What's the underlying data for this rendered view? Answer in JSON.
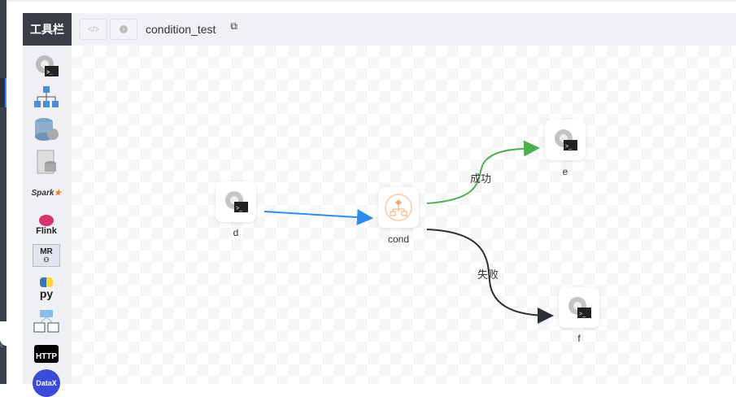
{
  "toolbar": {
    "title": "工具栏",
    "workflow_name": "condition_test"
  },
  "sidebar": {
    "tools": [
      {
        "name": "shell",
        "icon": "shell-gear-icon"
      },
      {
        "name": "sub-process",
        "icon": "hierarchy-icon"
      },
      {
        "name": "procedure",
        "icon": "database-gear-icon"
      },
      {
        "name": "sql",
        "icon": "sql-database-icon"
      },
      {
        "name": "spark",
        "icon": "spark-icon",
        "label": "Spark"
      },
      {
        "name": "flink",
        "icon": "flink-icon",
        "label": "Flink"
      },
      {
        "name": "mr",
        "icon": "mapreduce-icon",
        "label": "MR"
      },
      {
        "name": "python",
        "icon": "python-icon",
        "label": "py"
      },
      {
        "name": "dependent",
        "icon": "dependent-icon"
      },
      {
        "name": "http",
        "icon": "http-icon",
        "label": "HTTP"
      },
      {
        "name": "datax",
        "icon": "datax-icon",
        "label": "DataX"
      }
    ]
  },
  "nodes": {
    "d": "d",
    "cond": "cond",
    "e": "e",
    "f": "f"
  },
  "edges": {
    "success": "成功",
    "failure": "失败"
  },
  "colors": {
    "success": "#4caf50",
    "failure": "#2b2f38",
    "normal": "#2d8cf0",
    "cond": "#f5a96d"
  }
}
